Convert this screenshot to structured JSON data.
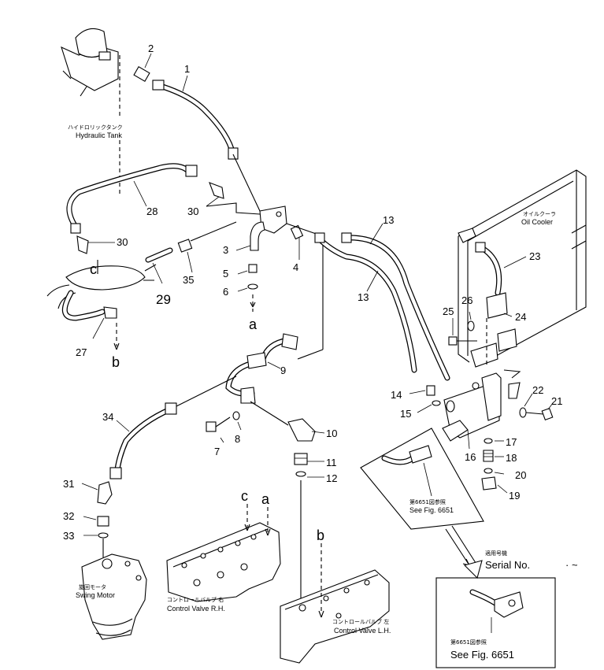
{
  "part_numbers": {
    "p1": "1",
    "p2": "2",
    "p3": "3",
    "p4": "4",
    "p5": "5",
    "p6": "6",
    "p7": "7",
    "p8": "8",
    "p9": "9",
    "p10": "10",
    "p11": "11",
    "p12": "12",
    "p13a": "13",
    "p13b": "13",
    "p14": "14",
    "p15": "15",
    "p16": "16",
    "p17": "17",
    "p18": "18",
    "p19": "19",
    "p20": "20",
    "p21": "21",
    "p22": "22",
    "p23": "23",
    "p24": "24",
    "p25": "25",
    "p26": "26",
    "p27": "27",
    "p28": "28",
    "p29": "29",
    "p30a": "30",
    "p30b": "30",
    "p31": "31",
    "p32": "32",
    "p33": "33",
    "p34": "34",
    "p35": "35"
  },
  "connection_letters": {
    "a1": "a",
    "a2": "a",
    "b1": "b",
    "b2": "b",
    "c1": "c",
    "c2": "c"
  },
  "component_labels": {
    "tank_jp": "ハイドロリックタンク",
    "tank_en": "Hydraulic Tank",
    "cooler_jp": "オイルクーラ",
    "cooler_en": "Oil Cooler",
    "swing_jp": "旋回モータ",
    "swing_en": "Swing Motor",
    "cvr_jp": "コントロールバルブ 右",
    "cvr_en": "Control Valve R.H.",
    "cvl_jp": "コントロールバルブ 左",
    "cvl_en": "Control Valve L.H."
  },
  "references": {
    "ref1_jp": "第6651図参照",
    "ref1_en": "See Fig. 6651",
    "serial_jp": "適用号機",
    "serial_en": "Serial No.",
    "serial_tail": "· ~",
    "ref2_jp": "第6651図参照",
    "ref2_en": "See Fig. 6651"
  }
}
